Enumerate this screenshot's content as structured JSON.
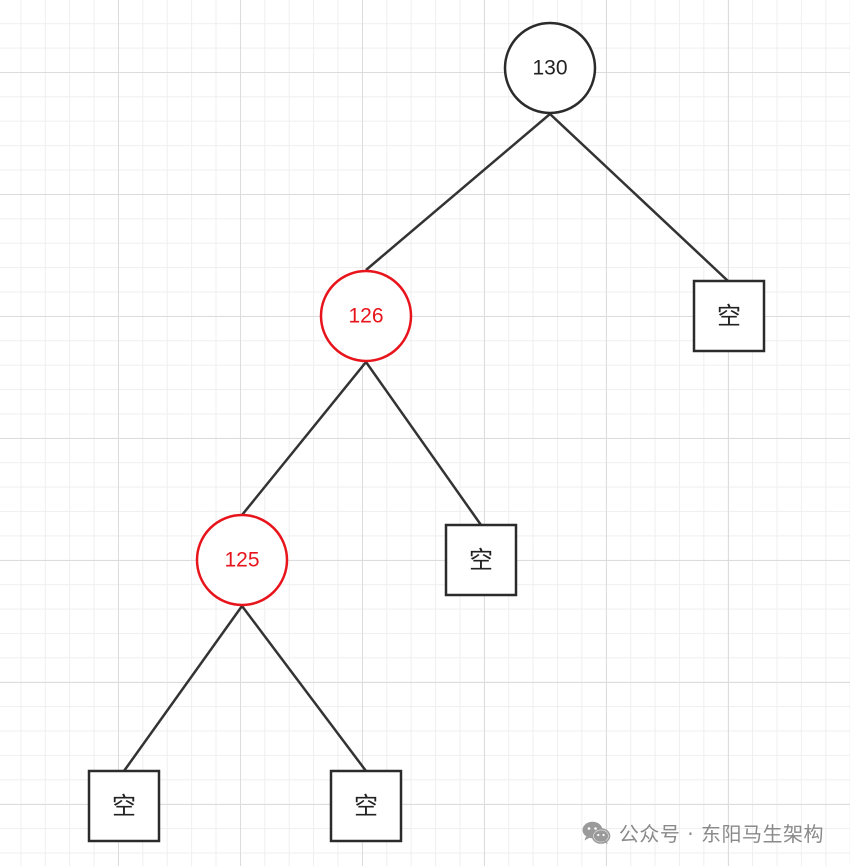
{
  "diagram": {
    "nodes": [
      {
        "id": "n130",
        "label": "130",
        "shape": "circle",
        "color": "#222222"
      },
      {
        "id": "n126",
        "label": "126",
        "shape": "circle",
        "color": "#e8141b"
      },
      {
        "id": "n125",
        "label": "125",
        "shape": "circle",
        "color": "#e8141b"
      },
      {
        "id": "nil_130_right",
        "label": "空",
        "shape": "box",
        "color": "#222222"
      },
      {
        "id": "nil_126_right",
        "label": "空",
        "shape": "box",
        "color": "#222222"
      },
      {
        "id": "nil_125_left",
        "label": "空",
        "shape": "box",
        "color": "#222222"
      },
      {
        "id": "nil_125_right",
        "label": "空",
        "shape": "box",
        "color": "#222222"
      }
    ],
    "edges": [
      {
        "from": "n130",
        "to": "n126"
      },
      {
        "from": "n130",
        "to": "nil_130_right"
      },
      {
        "from": "n126",
        "to": "n125"
      },
      {
        "from": "n126",
        "to": "nil_126_right"
      },
      {
        "from": "n125",
        "to": "nil_125_left"
      },
      {
        "from": "n125",
        "to": "nil_125_right"
      }
    ]
  },
  "watermark": {
    "icon": "wechat-icon",
    "text": "公众号 · 东阳马生架构"
  }
}
